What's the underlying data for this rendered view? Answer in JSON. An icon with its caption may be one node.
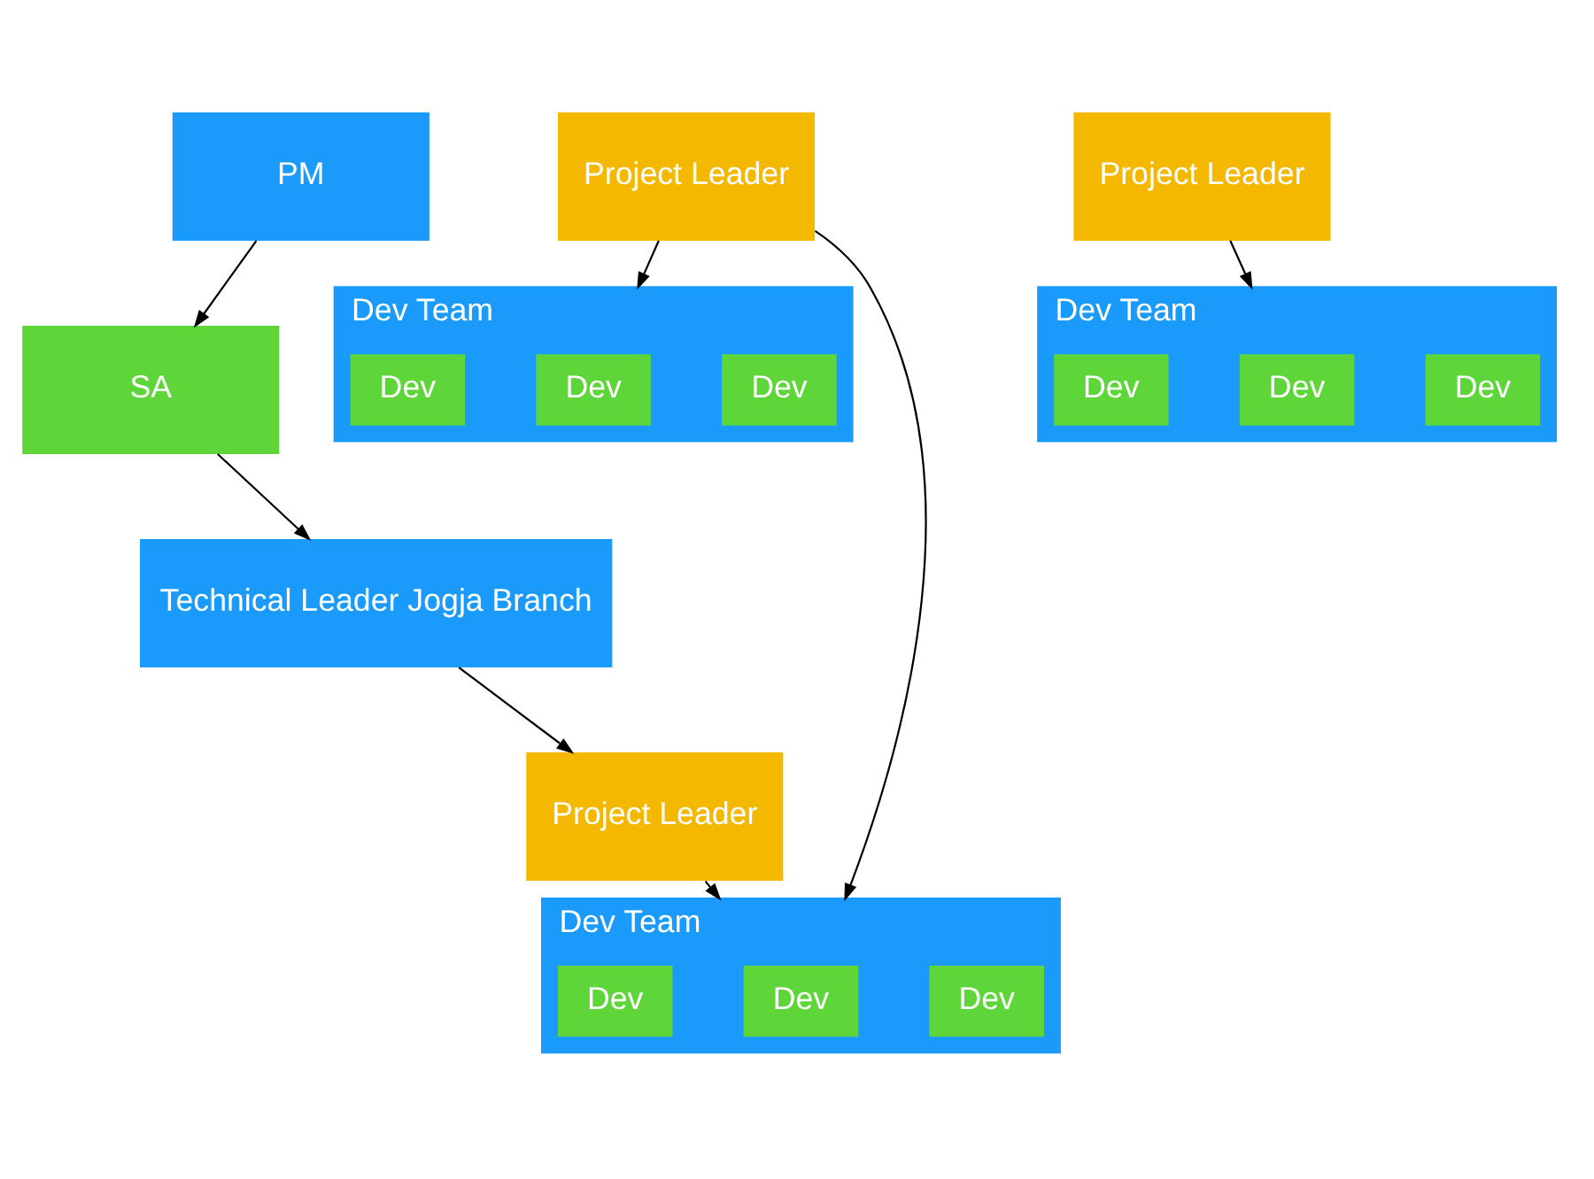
{
  "diagram": {
    "nodes": [
      {
        "text": [
          "PM"
        ]
      },
      {
        "text": [
          "SA"
        ]
      },
      {
        "text": [
          "Technical Leader Jogja Branch"
        ]
      },
      {
        "text": [
          "Project Leader"
        ]
      },
      {
        "text": [
          "Project Leader"
        ]
      },
      {
        "text": [
          "Project Leader"
        ]
      },
      {
        "text": [
          "Dev Team"
        ]
      },
      {
        "text": [
          "Dev"
        ],
        "in": 6
      },
      {
        "text": [
          "Dev"
        ],
        "in": 6
      },
      {
        "text": [
          "Dev"
        ],
        "in": 6
      },
      {
        "text": [
          "Dev Team"
        ]
      },
      {
        "text": [
          "Dev"
        ],
        "in": 10
      },
      {
        "text": [
          "Dev"
        ],
        "in": 10
      },
      {
        "text": [
          "Dev"
        ],
        "in": 10
      },
      {
        "text": [
          "Dev Team"
        ]
      },
      {
        "text": [
          "Dev"
        ],
        "in": 14
      },
      {
        "text": [
          "Dev"
        ],
        "in": 14
      },
      {
        "text": [
          "Dev"
        ],
        "in": 14
      }
    ],
    "edges": [
      {
        "from": 0,
        "to": 1,
        "arrow": "to"
      },
      {
        "from": 1,
        "to": 2,
        "arrow": "to"
      },
      {
        "from": 2,
        "to": 4,
        "arrow": "to"
      },
      {
        "from": 3,
        "to": 6,
        "arrow": "to"
      },
      {
        "from": 3,
        "to": 10,
        "arrow": "to"
      },
      {
        "from": 4,
        "to": 10,
        "arrow": "to"
      },
      {
        "from": 5,
        "to": 14,
        "arrow": "to"
      }
    ]
  }
}
